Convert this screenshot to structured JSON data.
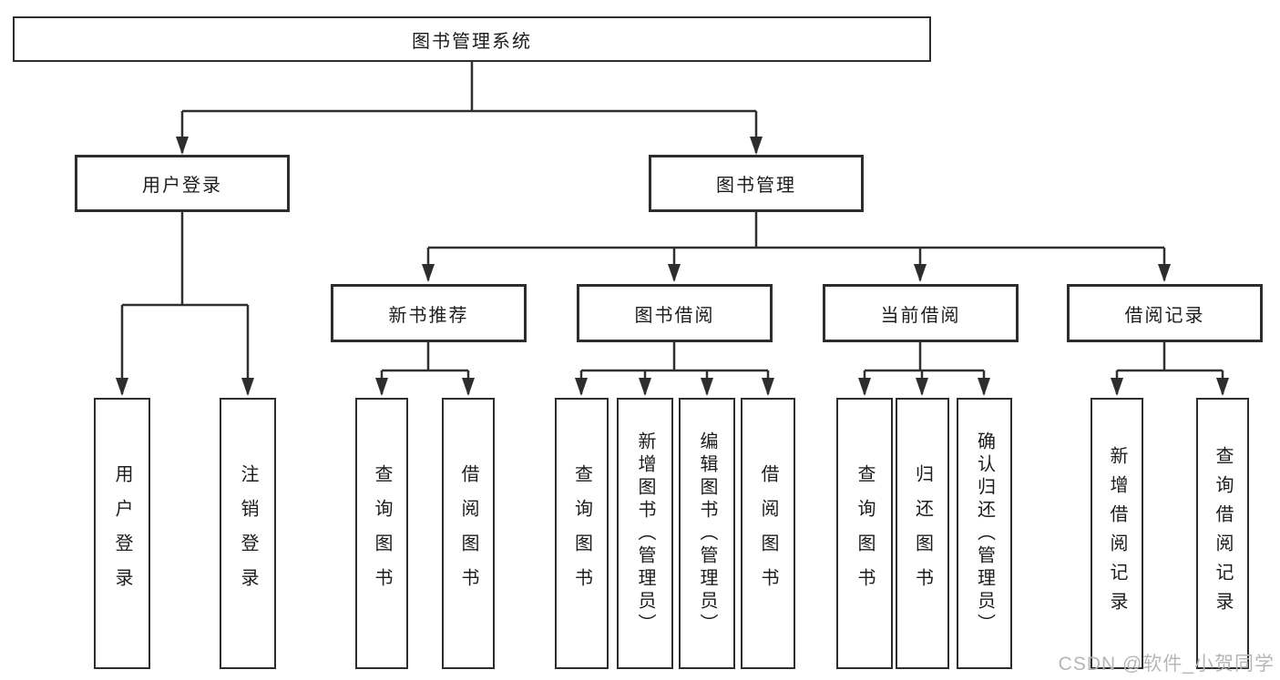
{
  "title": "图书管理系统",
  "watermark": "CSDN @软件_小贺同学",
  "colors": {
    "line": "#2f2f2f",
    "box_border": "#2d2d2d",
    "box_background": "#ffffff",
    "text": "#1c1c1c",
    "watermark": "#b6b6b6"
  },
  "nodes": {
    "root": {
      "label": "图书管理系统"
    },
    "user_login": {
      "label": "用户登录"
    },
    "book_mgmt": {
      "label": "图书管理"
    },
    "new_book_rec": {
      "label": "新书推荐"
    },
    "book_borrow": {
      "label": "图书借阅"
    },
    "current_borrow": {
      "label": "当前借阅"
    },
    "borrow_records": {
      "label": "借阅记录"
    },
    "leaf_user_login": {
      "label": "用户登录"
    },
    "leaf_logout": {
      "label": "注销登录"
    },
    "leaf_query_book_1": {
      "label": "查询图书"
    },
    "leaf_borrow_book_1": {
      "label": "借阅图书"
    },
    "leaf_query_book_2": {
      "label": "查询图书"
    },
    "leaf_add_book": {
      "label": "新增图书（管理员）"
    },
    "leaf_edit_book": {
      "label": "编辑图书（管理员）"
    },
    "leaf_borrow_book_2": {
      "label": "借阅图书"
    },
    "leaf_query_book_3": {
      "label": "查询图书"
    },
    "leaf_return_book": {
      "label": "归还图书"
    },
    "leaf_confirm_return": {
      "label": "确认归还（管理员）"
    },
    "leaf_add_record": {
      "label": "新增借阅记录"
    },
    "leaf_query_record": {
      "label": "查询借阅记录"
    }
  }
}
